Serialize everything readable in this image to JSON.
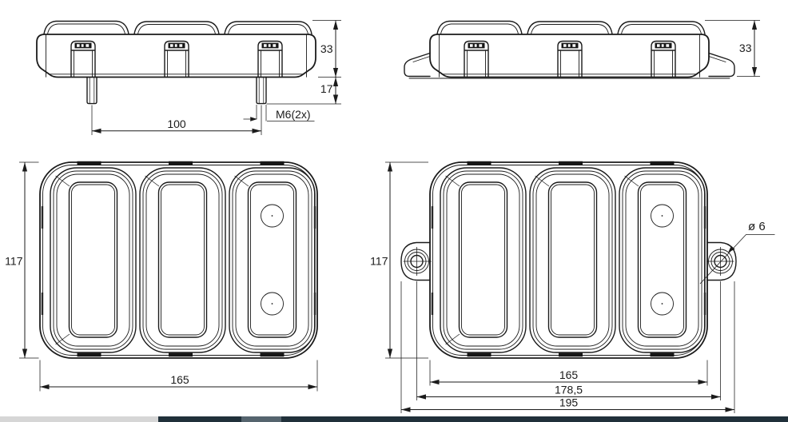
{
  "drawing": {
    "title": "rear-lamp-technical-drawing",
    "views": {
      "side_with_studs": {
        "height_mm": "33",
        "stud_length_mm": "17",
        "stud_spacing_mm": "100",
        "stud_thread": "M6(2x)"
      },
      "side_with_flanges": {
        "height_mm": "33"
      },
      "front_with_studs": {
        "height_mm": "117",
        "width_mm": "165"
      },
      "front_with_flanges": {
        "height_mm": "117",
        "lens_body_width_mm": "165",
        "hole_spacing_mm": "178,5",
        "overall_width_mm": "195",
        "mounting_hole_diameter": "ø 6"
      }
    },
    "colors": {
      "line": "#1b1b1b",
      "paper": "#ffffff",
      "reflector_fill": "#efefef",
      "footer_strip": "#d6d6d6",
      "footer_bar": "#20303a",
      "footer_accent": "#55646e"
    }
  }
}
